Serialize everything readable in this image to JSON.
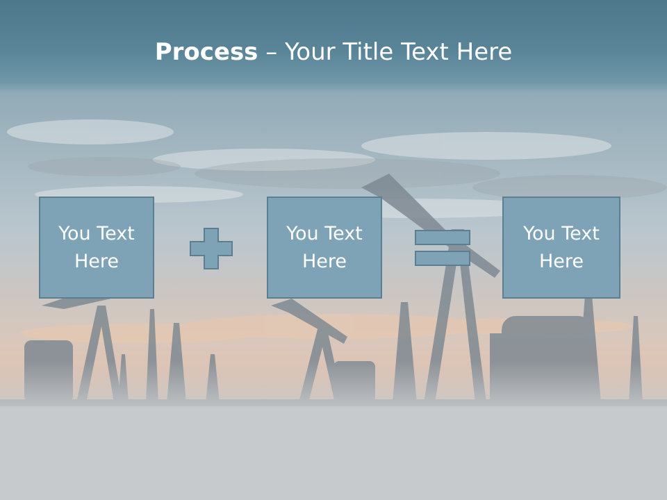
{
  "title": {
    "bold": "Process",
    "rest": " – Your Title Text Here"
  },
  "boxes": [
    {
      "text": "You Text Here"
    },
    {
      "text": "You Text Here"
    },
    {
      "text": "You Text Here"
    }
  ],
  "colors": {
    "title_band": "#5a8599",
    "box_fill": "#7fa3b6",
    "box_border": "#5b7f91",
    "operator_fill": "#7fa3b6",
    "text": "#ffffff"
  },
  "icons": [
    "plus-icon",
    "equals-icon"
  ]
}
